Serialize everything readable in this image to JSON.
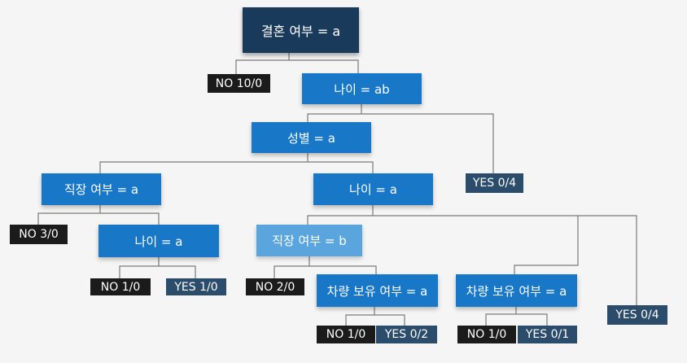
{
  "tree": {
    "root": {
      "label": "결혼 여부 = a"
    },
    "age_ab": {
      "label": "나이 = ab"
    },
    "gender": {
      "label": "성별 = a"
    },
    "job_left": {
      "label": "직장 여부 = a"
    },
    "age_right": {
      "label": "나이 = a"
    },
    "age_left": {
      "label": "나이 = a"
    },
    "job_b": {
      "label": "직장 여부 = b"
    },
    "car_left": {
      "label": "차량 보유 여부 = a"
    },
    "car_right": {
      "label": "차량 보유 여부 = a"
    },
    "leaves": {
      "no_10_0": "NO 10/0",
      "yes_0_4_upper": "YES 0/4",
      "no_3_0": "NO 3/0",
      "no_1_0_a": "NO 1/0",
      "yes_1_0": "YES 1/0",
      "no_2_0": "NO 2/0",
      "no_1_0_b": "NO 1/0",
      "yes_0_2": "YES 0/2",
      "no_1_0_c": "NO 1/0",
      "yes_0_1": "YES 0/1",
      "yes_0_4_lower": "YES 0/4"
    }
  },
  "colors": {
    "root": "#1a3a5c",
    "split": "#1977c7",
    "split_light": "#5aa5de",
    "leaf_no": "#1b1b1b",
    "leaf_yes": "#2b4c6b",
    "edge": "#777777"
  }
}
